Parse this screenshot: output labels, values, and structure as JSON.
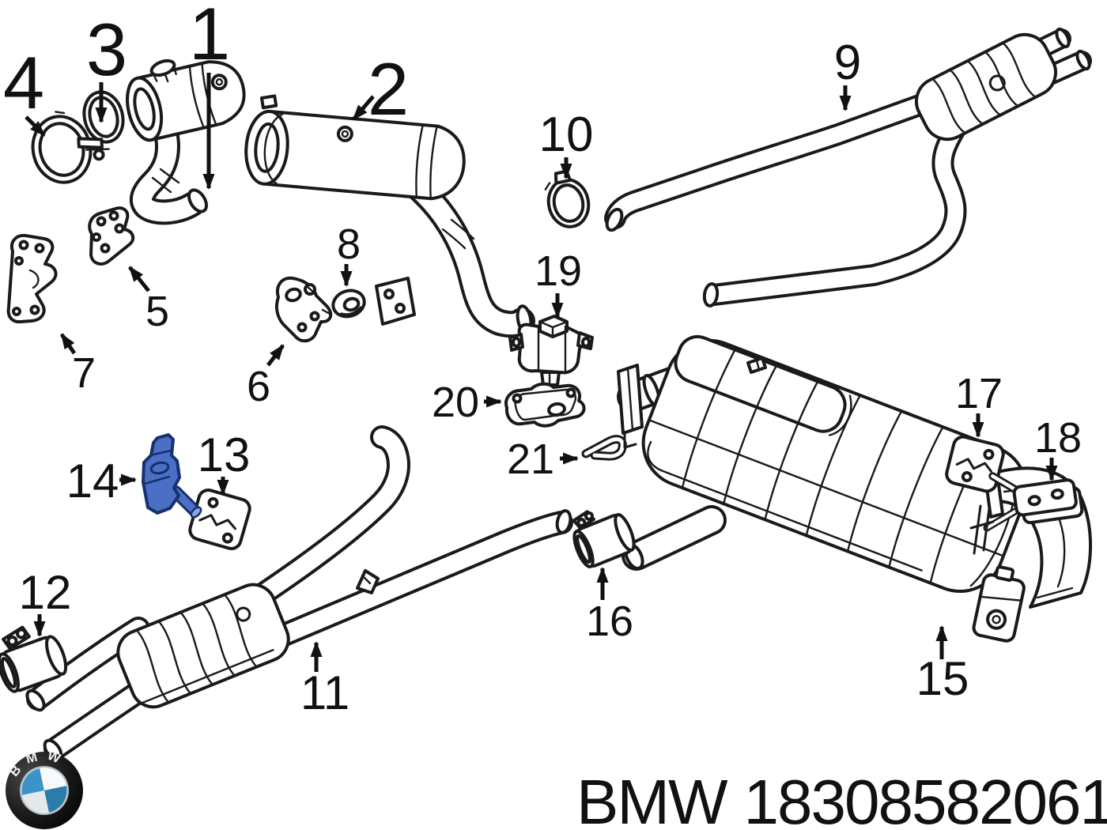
{
  "diagram": {
    "callouts": [
      {
        "number": "1"
      },
      {
        "number": "2"
      },
      {
        "number": "3"
      },
      {
        "number": "4"
      },
      {
        "number": "5"
      },
      {
        "number": "6"
      },
      {
        "number": "7"
      },
      {
        "number": "8"
      },
      {
        "number": "9"
      },
      {
        "number": "10"
      },
      {
        "number": "11"
      },
      {
        "number": "12"
      },
      {
        "number": "13"
      },
      {
        "number": "14"
      },
      {
        "number": "15"
      },
      {
        "number": "16"
      },
      {
        "number": "17"
      },
      {
        "number": "18"
      },
      {
        "number": "19"
      },
      {
        "number": "20"
      },
      {
        "number": "21"
      }
    ],
    "highlighted_callout": "14",
    "colors": {
      "line": "#1a1a1a",
      "highlight_fill": "#4a6fc4",
      "highlight_outline": "#17306e"
    }
  },
  "footer": {
    "brand": "BMW",
    "part_number": "18308582061",
    "logo_letters": "BMW",
    "logo_blue": "#3b93c9"
  }
}
